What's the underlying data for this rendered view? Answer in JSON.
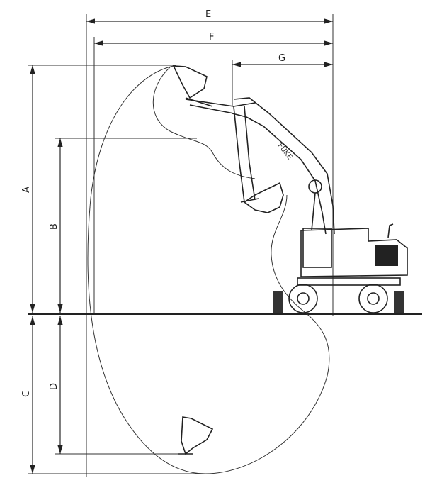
{
  "diagram": {
    "dimension_labels": {
      "E": "E",
      "F": "F",
      "G": "G",
      "A": "A",
      "B": "B",
      "C": "C",
      "D": "D"
    },
    "brand_text": "FUKE"
  }
}
